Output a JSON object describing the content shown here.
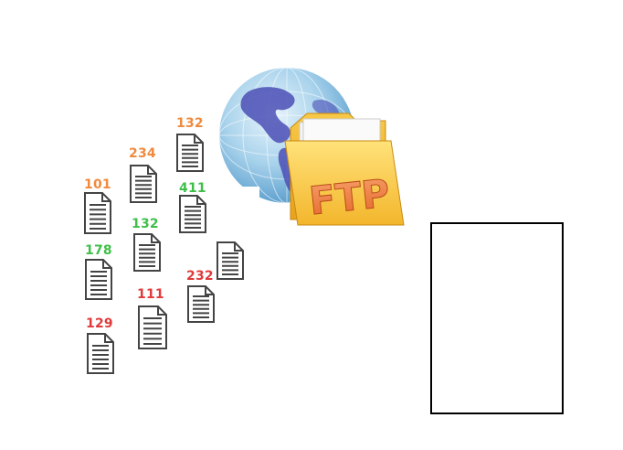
{
  "ftp_illustration": {
    "text": "FTP",
    "icon": "ftp-globe-folder-icon"
  },
  "colors": {
    "orange": "#ef8a3e",
    "green": "#3fbf4a",
    "red": "#e03a3a",
    "doc_stroke": "#444444"
  },
  "documents": [
    {
      "label": "132",
      "color": "orange",
      "icon": "document-icon"
    },
    {
      "label": "234",
      "color": "orange",
      "icon": "document-icon"
    },
    {
      "label": "101",
      "color": "orange",
      "icon": "document-icon"
    },
    {
      "label": "411",
      "color": "green",
      "icon": "document-icon"
    },
    {
      "label": "132",
      "color": "green",
      "icon": "document-icon"
    },
    {
      "label": "178",
      "color": "green",
      "icon": "document-icon"
    },
    {
      "label": "",
      "color": "none",
      "icon": "document-icon"
    },
    {
      "label": "232",
      "color": "red",
      "icon": "document-icon"
    },
    {
      "label": "111",
      "color": "red",
      "icon": "document-icon"
    },
    {
      "label": "129",
      "color": "red",
      "icon": "document-icon"
    }
  ],
  "drop_zone": {
    "label": ""
  }
}
